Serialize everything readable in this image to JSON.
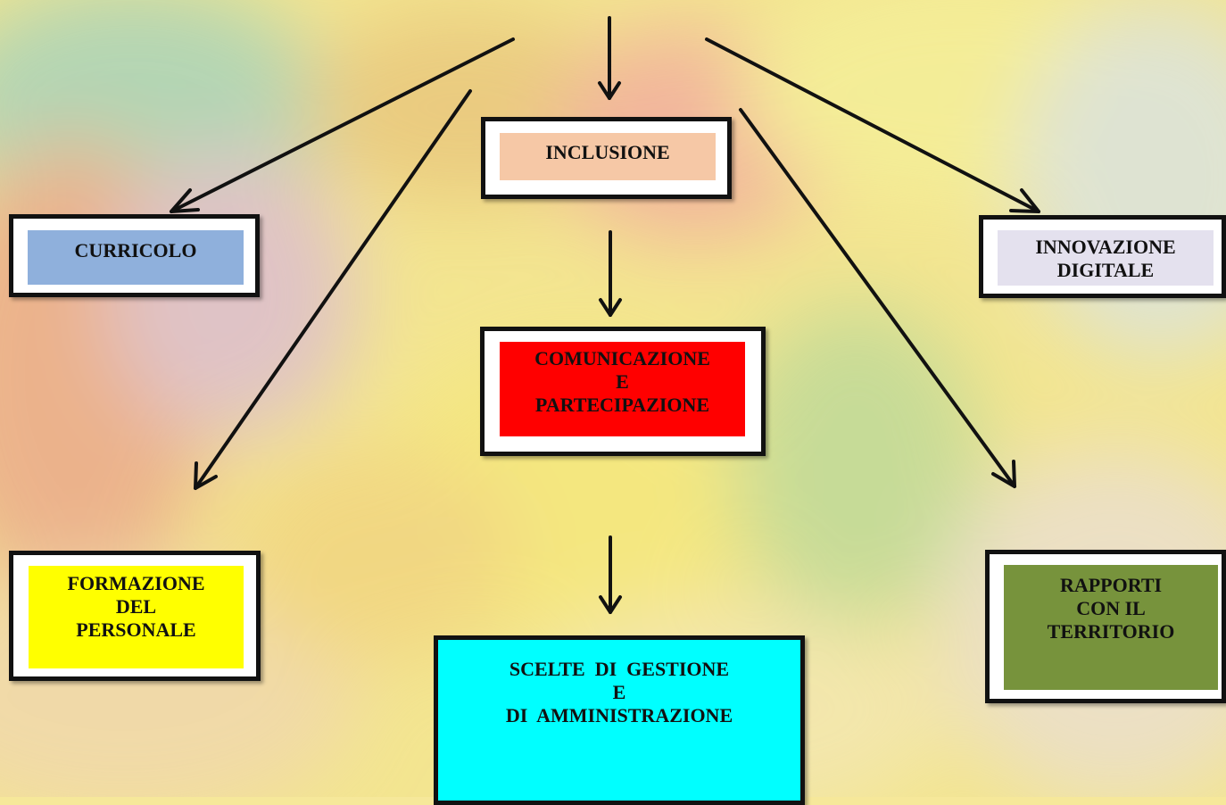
{
  "colors": {
    "curricolo": "#8fb0dc",
    "inclusione": "#f6c8a6",
    "innovazione": "#e4e1ee",
    "comunicazione": "#ff0000",
    "formazione": "#ffff00",
    "rapporti": "#77933c",
    "scelte": "#00ffff",
    "arrow": "#111111"
  },
  "nodes": {
    "inclusione": {
      "lines": [
        "INCLUSIONE"
      ]
    },
    "curricolo": {
      "lines": [
        "CURRICOLO"
      ]
    },
    "innovazione": {
      "lines": [
        "INNOVAZIONE",
        "DIGITALE"
      ]
    },
    "comunicazione": {
      "lines": [
        "COMUNICAZIONE",
        "E",
        "PARTECIPAZIONE"
      ]
    },
    "formazione": {
      "lines": [
        "FORMAZIONE",
        "DEL",
        "PERSONALE"
      ]
    },
    "rapporti": {
      "lines": [
        "RAPPORTI",
        "CON IL",
        "TERRITORIO"
      ]
    },
    "scelte": {
      "lines": [
        "SCELTE  DI  GESTIONE",
        "E",
        "DI  AMMINISTRAZIONE"
      ]
    }
  }
}
